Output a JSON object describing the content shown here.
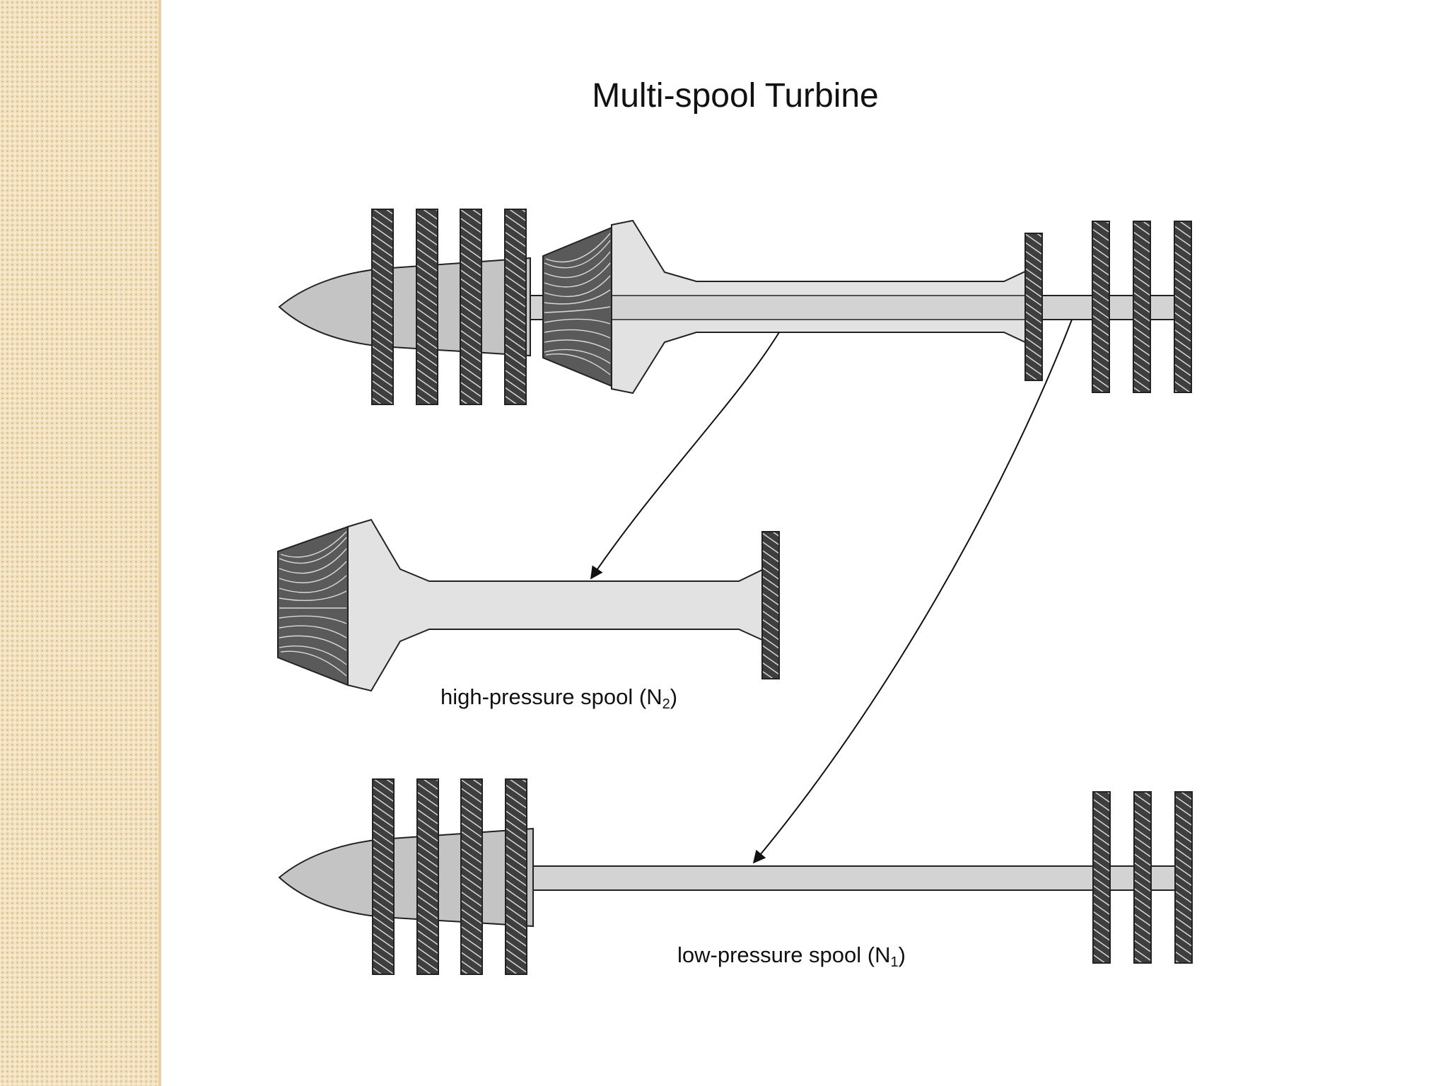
{
  "diagram": {
    "title": "Multi-spool Turbine",
    "high_pressure_label": {
      "text": "high-pressure spool (N",
      "subscript": "2",
      "close": ")"
    },
    "low_pressure_label": {
      "text": "low-pressure spool (N",
      "subscript": "1",
      "close": ")"
    },
    "colors": {
      "shaft_fill": "#d3d3d3",
      "spool_fill": "#e2e2e2",
      "disk_fill": "#4a4a4a",
      "outline": "#222222",
      "sidebar": "#f3e2bf"
    }
  }
}
